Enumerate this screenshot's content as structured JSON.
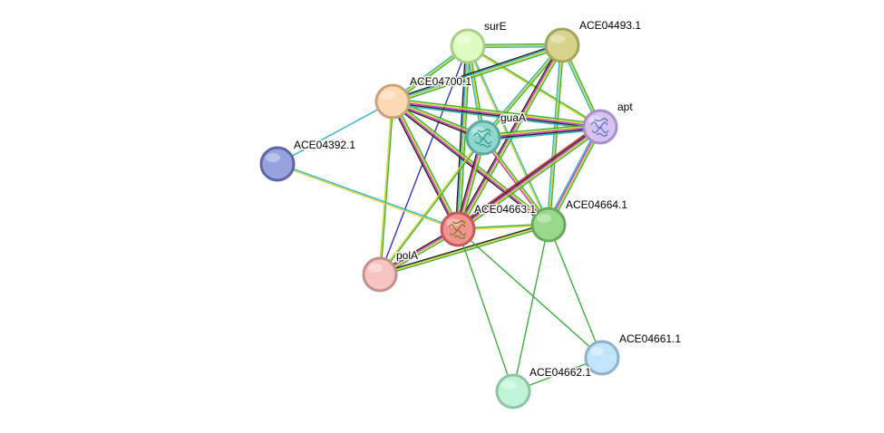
{
  "network": {
    "nodes": [
      {
        "id": "surE",
        "label": "surE",
        "fill": "#ddfcc0",
        "stroke": "#a9ce8a",
        "structure": false
      },
      {
        "id": "ACE04493.1",
        "label": "ACE04493.1",
        "fill": "#d6d48a",
        "stroke": "#a5a35d",
        "structure": false
      },
      {
        "id": "ACE04700.1",
        "label": "ACE04700.1",
        "fill": "#fbd9b3",
        "stroke": "#c9a37a",
        "structure": false
      },
      {
        "id": "guaA",
        "label": "guaA",
        "fill": "#8fd6cf",
        "stroke": "#5aa9a2",
        "structure": true,
        "structure_color": "#2b9a7a"
      },
      {
        "id": "apt",
        "label": "apt",
        "fill": "#d8c2f2",
        "stroke": "#a890c8",
        "structure": true,
        "structure_color": "#4d6fc8"
      },
      {
        "id": "ACE04392.1",
        "label": "ACE04392.1",
        "fill": "#97a2e0",
        "stroke": "#5c67a7",
        "structure": false
      },
      {
        "id": "ACE04663.1",
        "label": "ACE04663.1",
        "fill": "#f49290",
        "stroke": "#c65a5a",
        "structure": true,
        "structure_color": "#7a7a20"
      },
      {
        "id": "ACE04664.1",
        "label": "ACE04664.1",
        "fill": "#96d98a",
        "stroke": "#67aa5d",
        "structure": false
      },
      {
        "id": "polA",
        "label": "polA",
        "fill": "#f7c4c4",
        "stroke": "#c48f8f",
        "structure": false
      },
      {
        "id": "ACE04661.1",
        "label": "ACE04661.1",
        "fill": "#c0e4fa",
        "stroke": "#8db2c8",
        "structure": false
      },
      {
        "id": "ACE04662.1",
        "label": "ACE04662.1",
        "fill": "#bff5d6",
        "stroke": "#8cc4a4",
        "structure": false
      }
    ],
    "edges": [
      {
        "source": "surE",
        "target": "ACE04493.1",
        "colors": [
          "#3ab03a",
          "#d6d62e",
          "#2eb4cc"
        ]
      },
      {
        "source": "surE",
        "target": "ACE04700.1",
        "colors": [
          "#3ab03a",
          "#d6d62e",
          "#2eb4cc"
        ]
      },
      {
        "source": "surE",
        "target": "guaA",
        "colors": [
          "#3ab03a",
          "#d6d62e",
          "#2eb4cc"
        ]
      },
      {
        "source": "surE",
        "target": "apt",
        "colors": [
          "#3ab03a",
          "#d6d62e"
        ]
      },
      {
        "source": "surE",
        "target": "ACE04663.1",
        "colors": [
          "#3ab03a",
          "#d6d62e",
          "#2eb4cc",
          "#222222"
        ]
      },
      {
        "source": "surE",
        "target": "ACE04664.1",
        "colors": [
          "#2eb4cc",
          "#d6d62e"
        ]
      },
      {
        "source": "surE",
        "target": "polA",
        "colors": [
          "#3333cc"
        ]
      },
      {
        "source": "ACE04493.1",
        "target": "ACE04700.1",
        "colors": [
          "#3ab03a",
          "#d6d62e",
          "#2eb4cc",
          "#222222"
        ]
      },
      {
        "source": "ACE04493.1",
        "target": "guaA",
        "colors": [
          "#3ab03a",
          "#d6d62e",
          "#2eb4cc"
        ]
      },
      {
        "source": "ACE04493.1",
        "target": "apt",
        "colors": [
          "#3ab03a",
          "#d6d62e",
          "#2eb4cc"
        ]
      },
      {
        "source": "ACE04493.1",
        "target": "ACE04663.1",
        "colors": [
          "#3ab03a",
          "#d6d62e",
          "#cc33cc",
          "#222222"
        ]
      },
      {
        "source": "ACE04493.1",
        "target": "ACE04664.1",
        "colors": [
          "#3ab03a",
          "#d6d62e",
          "#2eb4cc"
        ]
      },
      {
        "source": "ACE04700.1",
        "target": "guaA",
        "colors": [
          "#3ab03a",
          "#d6d62e",
          "#cc33cc",
          "#222222"
        ]
      },
      {
        "source": "ACE04700.1",
        "target": "apt",
        "colors": [
          "#3ab03a",
          "#d6d62e",
          "#cc33cc",
          "#222222",
          "#2eb4cc"
        ]
      },
      {
        "source": "ACE04700.1",
        "target": "ACE04663.1",
        "colors": [
          "#3ab03a",
          "#d6d62e",
          "#cc33cc",
          "#222222"
        ]
      },
      {
        "source": "ACE04700.1",
        "target": "ACE04664.1",
        "colors": [
          "#3ab03a",
          "#d6d62e",
          "#cc33cc",
          "#222222"
        ]
      },
      {
        "source": "ACE04700.1",
        "target": "ACE04392.1",
        "colors": [
          "#2eb4cc"
        ]
      },
      {
        "source": "ACE04700.1",
        "target": "polA",
        "colors": [
          "#3ab03a",
          "#d6d62e"
        ]
      },
      {
        "source": "guaA",
        "target": "apt",
        "colors": [
          "#3ab03a",
          "#d6d62e",
          "#cc33cc",
          "#222222",
          "#2eb4cc"
        ]
      },
      {
        "source": "guaA",
        "target": "ACE04663.1",
        "colors": [
          "#3ab03a",
          "#d6d62e",
          "#cc33cc",
          "#222222"
        ]
      },
      {
        "source": "guaA",
        "target": "ACE04664.1",
        "colors": [
          "#3ab03a",
          "#d6d62e",
          "#cc33cc"
        ]
      },
      {
        "source": "guaA",
        "target": "polA",
        "colors": [
          "#3ab03a",
          "#d6d62e"
        ]
      },
      {
        "source": "apt",
        "target": "ACE04663.1",
        "colors": [
          "#3ab03a",
          "#d6d62e",
          "#cc33cc",
          "#222222",
          "#cc3333"
        ]
      },
      {
        "source": "apt",
        "target": "ACE04664.1",
        "colors": [
          "#3ab03a",
          "#d6d62e",
          "#cc33cc",
          "#2eb4cc"
        ]
      },
      {
        "source": "ACE04392.1",
        "target": "ACE04663.1",
        "colors": [
          "#2eb4cc",
          "#d6d62e"
        ]
      },
      {
        "source": "ACE04663.1",
        "target": "ACE04664.1",
        "colors": [
          "#3ab03a",
          "#d6d62e"
        ]
      },
      {
        "source": "ACE04663.1",
        "target": "polA",
        "colors": [
          "#3ab03a",
          "#d6d62e",
          "#cc33cc",
          "#222222"
        ]
      },
      {
        "source": "ACE04664.1",
        "target": "polA",
        "colors": [
          "#3ab03a",
          "#d6d62e",
          "#222222"
        ]
      },
      {
        "source": "ACE04663.1",
        "target": "ACE04662.1",
        "colors": [
          "#3ab03a"
        ]
      },
      {
        "source": "ACE04663.1",
        "target": "ACE04661.1",
        "colors": [
          "#3ab03a"
        ]
      },
      {
        "source": "ACE04664.1",
        "target": "ACE04662.1",
        "colors": [
          "#3ab03a"
        ]
      },
      {
        "source": "ACE04664.1",
        "target": "ACE04661.1",
        "colors": [
          "#3ab03a"
        ]
      },
      {
        "source": "ACE04662.1",
        "target": "ACE04661.1",
        "colors": [
          "#3ab03a"
        ]
      }
    ]
  }
}
